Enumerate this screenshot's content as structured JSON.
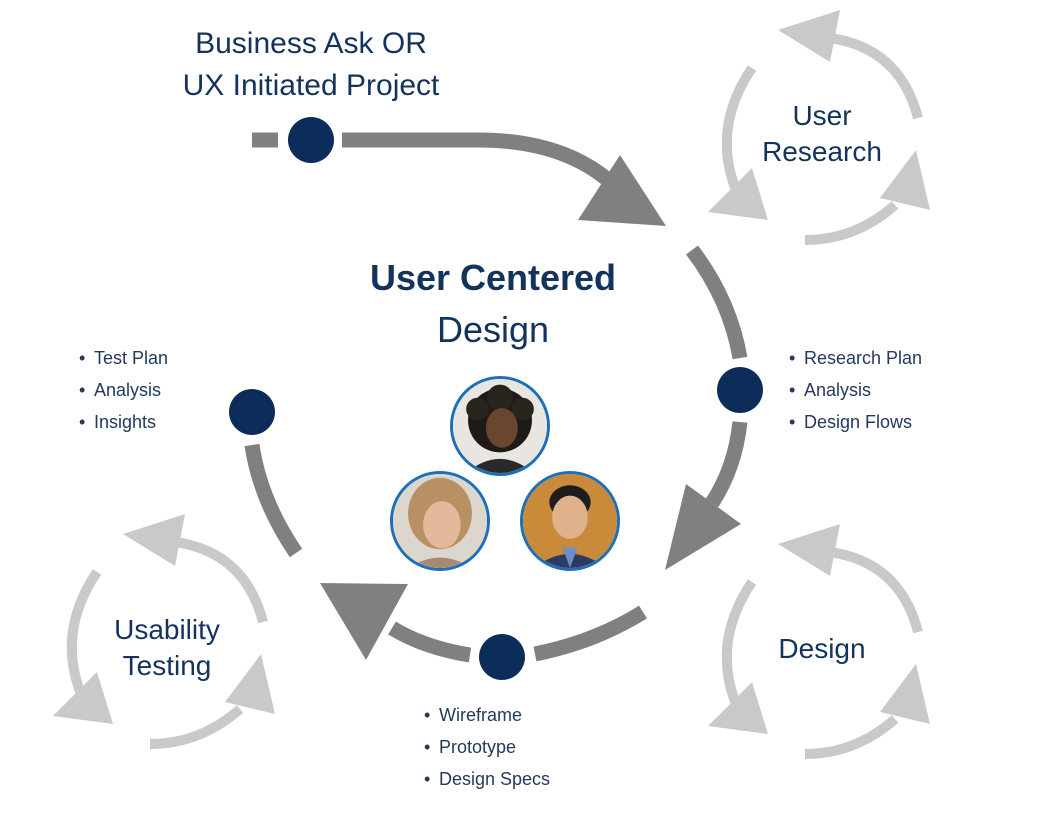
{
  "start": {
    "lines": [
      "Business Ask OR",
      "UX Initiated Project"
    ]
  },
  "center": {
    "title_bold": "User Centered",
    "title_regular": "Design"
  },
  "cycles": {
    "user_research": {
      "lines": [
        "User",
        "Research"
      ]
    },
    "design": {
      "lines": [
        "Design"
      ]
    },
    "usability_testing": {
      "lines": [
        "Usability",
        "Testing"
      ]
    }
  },
  "stages": {
    "research": {
      "items": [
        "Research Plan",
        "Analysis",
        "Design Flows"
      ]
    },
    "design": {
      "items": [
        "Wireframe",
        "Prototype",
        "Design Specs"
      ]
    },
    "testing": {
      "items": [
        "Test Plan",
        "Analysis",
        "Insights"
      ]
    }
  },
  "team": [
    "person-curly-hair",
    "person-blonde-hair",
    "person-man-suit"
  ],
  "colors": {
    "navy": "#0c2d5a",
    "arrow_gray": "#808083",
    "cycle_gray": "#c9c9c9",
    "avatar_border": "#1d6fb8",
    "text": "#13325c"
  }
}
